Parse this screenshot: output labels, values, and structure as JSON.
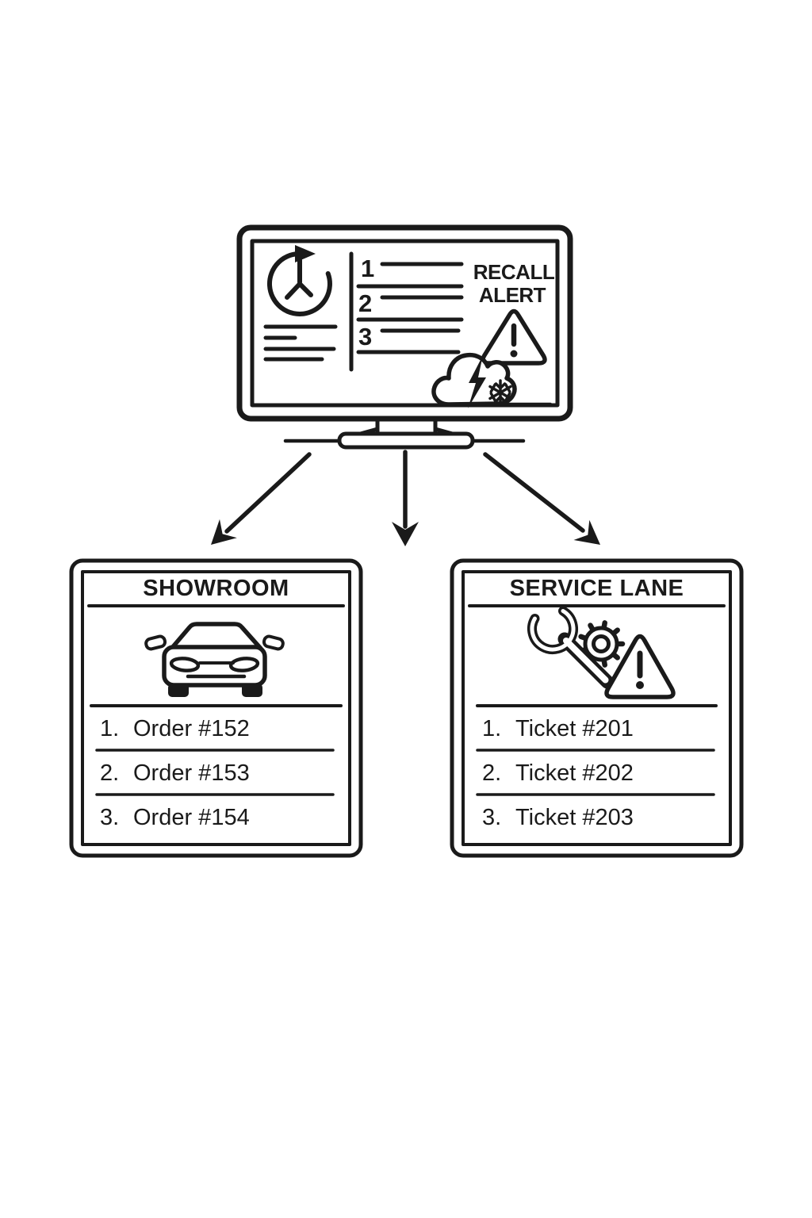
{
  "colors": {
    "ink": "#1a1a1a",
    "background": "#ffffff"
  },
  "monitor": {
    "alert_line1": "RECALL",
    "alert_line2": "ALERT",
    "queue_numbers": [
      "1",
      "2",
      "3"
    ],
    "icons": [
      "history-clock-icon",
      "warning-triangle-icon",
      "storm-cloud-icon",
      "lightning-icon",
      "snowflake-icon"
    ]
  },
  "showroom": {
    "title": "SHOWROOM",
    "icon": "car-icon",
    "items": [
      {
        "num": "1.",
        "label": "Order #152"
      },
      {
        "num": "2.",
        "label": "Order #153"
      },
      {
        "num": "3.",
        "label": "Order #154"
      }
    ]
  },
  "service_lane": {
    "title": "SERVICE LANE",
    "icons": [
      "wrench-icon",
      "gear-icon",
      "warning-triangle-icon"
    ],
    "items": [
      {
        "num": "1.",
        "label": "Ticket #201"
      },
      {
        "num": "2.",
        "label": "Ticket #202"
      },
      {
        "num": "3.",
        "label": "Ticket #203"
      }
    ]
  }
}
